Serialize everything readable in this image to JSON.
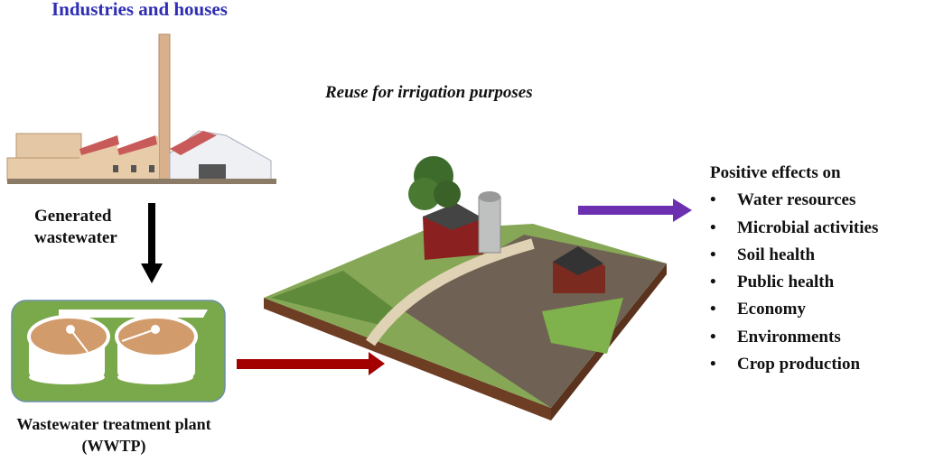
{
  "source_label": "Industries and houses",
  "flow_label": [
    "Generated",
    "wastewater"
  ],
  "plant_label": [
    "Wastewater treatment plant",
    "(WWTP)"
  ],
  "reuse_label": "Reuse for irrigation purposes",
  "effects": {
    "heading": "Positive effects on",
    "items": [
      "Water resources",
      "Microbial activities",
      "Soil health",
      "Public health",
      "Economy",
      "Environments",
      "Crop production"
    ]
  },
  "colors": {
    "title_blue": "#2e2eb4",
    "arrow_red": "#a30000",
    "arrow_purple": "#6b2fb0",
    "arrow_black": "#000000",
    "plant_green": "#7aa94b"
  }
}
